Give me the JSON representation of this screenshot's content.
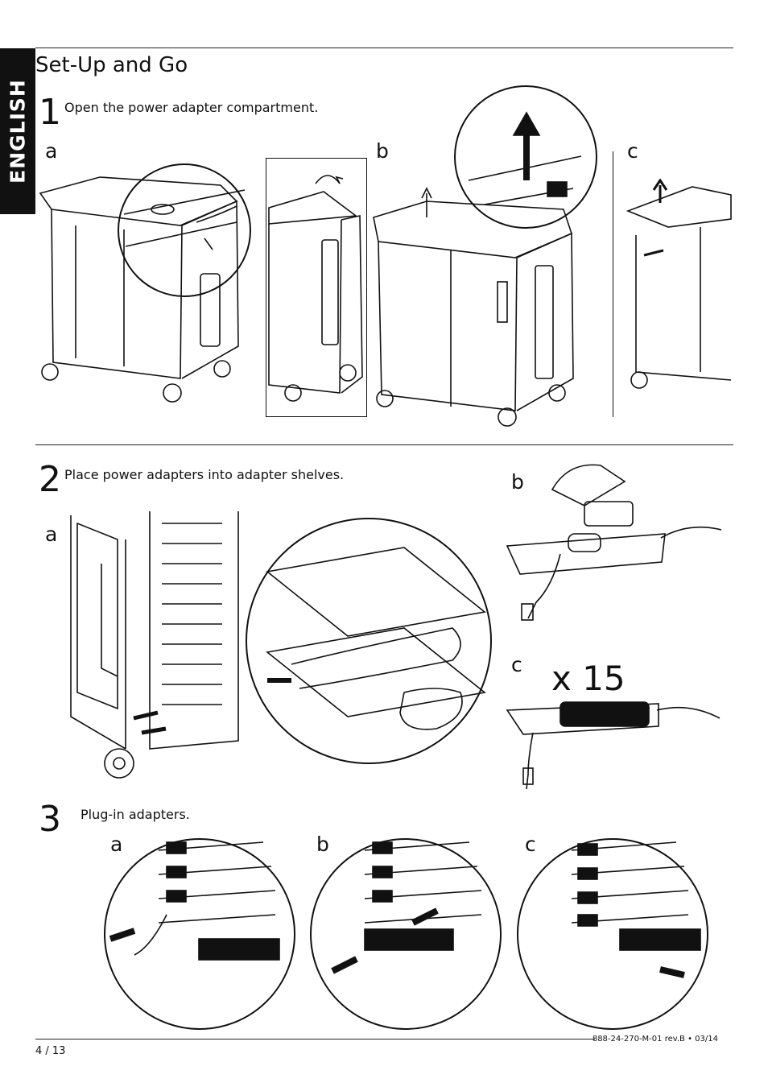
{
  "sidebar": {
    "language_tab": "ENGLISH"
  },
  "section": {
    "title": "Set-Up and Go"
  },
  "step1": {
    "number": "1",
    "instruction": "Open the power adapter compartment.",
    "labels": [
      "a",
      "b",
      "c"
    ]
  },
  "step2": {
    "number": "2",
    "instruction": "Place power adapters into adapter shelves.",
    "labels": [
      "a",
      "b",
      "c"
    ],
    "quantity": "x 15"
  },
  "step3": {
    "number": "3",
    "instruction": "Plug-in adapters.",
    "labels": [
      "a",
      "b",
      "c"
    ]
  },
  "footer": {
    "doc_code": "888-24-270-M-01 rev.B • 03/14",
    "page": "4 / 13"
  }
}
